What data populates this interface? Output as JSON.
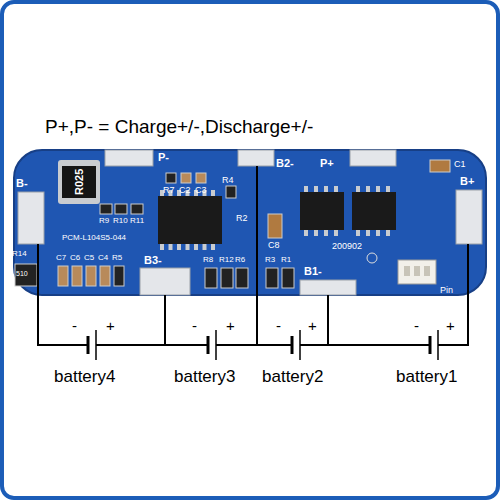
{
  "diagram": {
    "title": "P+,P- = Charge+/-,Discharge+/-",
    "labels": [
      "B-",
      "P-",
      "B2-",
      "P+",
      "B+",
      "R025",
      "R7",
      "C2",
      "C3",
      "R4",
      "R2",
      "R9",
      "R10",
      "R11",
      "PCM-L104S5-044",
      "C8",
      "200902",
      "C1",
      "R14",
      "C7",
      "C6",
      "C5",
      "C4",
      "R5",
      "B3-",
      "R8",
      "R12",
      "R6",
      "R3",
      "R1",
      "B1-",
      "Pin",
      "-",
      "+",
      "-",
      "+",
      "-",
      "+",
      "-",
      "+",
      "battery4",
      "battery3",
      "battery2",
      "battery1",
      "510"
    ]
  }
}
